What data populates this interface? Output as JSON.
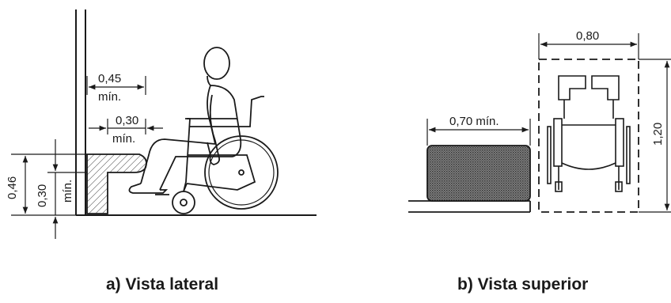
{
  "lateral": {
    "caption": "a) Vista lateral",
    "dim_045": "0,45",
    "dim_045_min": "mín.",
    "dim_030": "0,30",
    "dim_030_min": "mín.",
    "dim_046": "0,46",
    "dim_030v": "0,30",
    "dim_030v_min": "mín."
  },
  "superior": {
    "caption": "b) Vista superior",
    "dim_080": "0,80",
    "dim_070": "0,70 mín.",
    "dim_120": "1,20"
  }
}
